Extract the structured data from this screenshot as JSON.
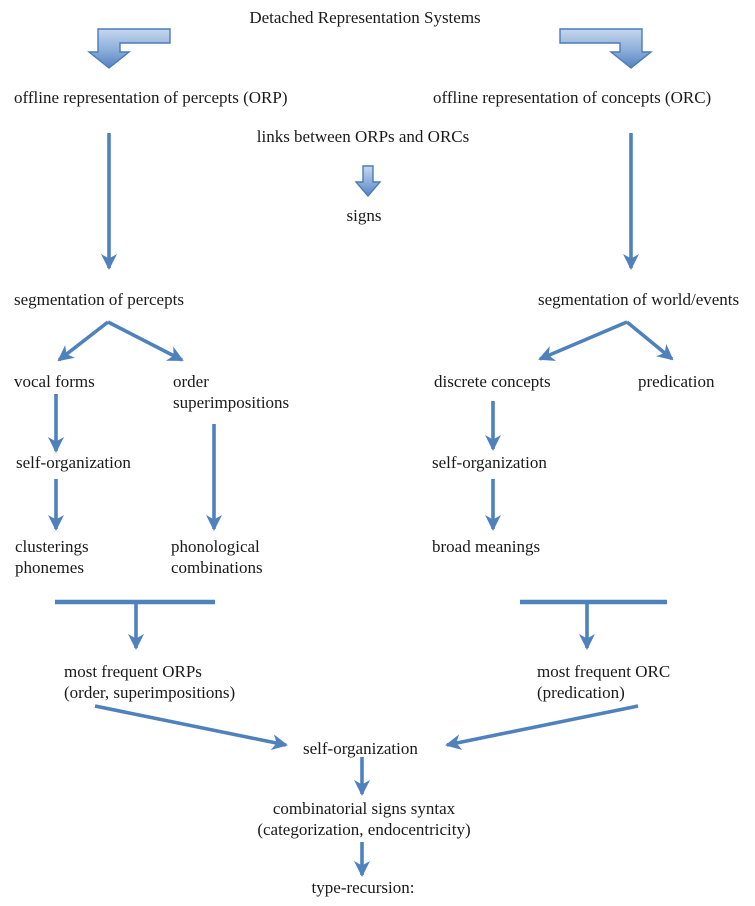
{
  "colors": {
    "arrow": "#4f81bd",
    "arrow_border": "#4a7cb8",
    "block_gradient_light": "#c6d7ee",
    "block_gradient_mid": "#8aadd9",
    "block_gradient_dark": "#5580c0",
    "text": "#1a1a1a",
    "background": "#ffffff"
  },
  "diagram": {
    "title": "Detached Representation Systems",
    "nodes": {
      "orp": "offline representation of percepts (ORP)",
      "orc": "offline representation of concepts (ORC)",
      "links": "links between ORPs and ORCs",
      "signs": "signs",
      "seg_percepts": "segmentation of percepts",
      "seg_world": "segmentation of world/events",
      "vocal_forms": "vocal forms",
      "order_superimpositions": "order\nsuperimpositions",
      "discrete_concepts": "discrete concepts",
      "predication": "predication",
      "self_org_left": "self-organization",
      "self_org_right": "self-organization",
      "clusterings_phonemes": "clusterings\nphonemes",
      "phonological_combinations": "phonological\ncombinations",
      "broad_meanings": "broad meanings",
      "most_frequent_orps": "most frequent ORPs\n(order, superimpositions)",
      "most_frequent_orc": "most frequent ORC\n(predication)",
      "self_org_center": "self-organization",
      "combinatorial_signs": "combinatorial signs syntax\n(categorization, endocentricity)",
      "type_recursion": "type-recursion:"
    }
  }
}
